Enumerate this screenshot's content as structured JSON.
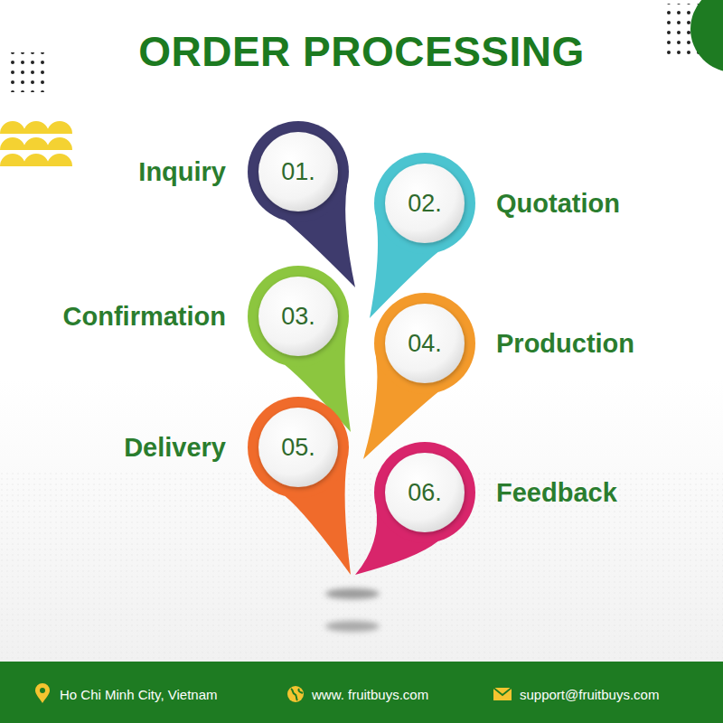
{
  "diagram": {
    "title": "ORDER PROCESSING",
    "nodes": [
      {
        "text": [
          "Inquiry",
          "01."
        ]
      },
      {
        "text": [
          "02.",
          "Quotation"
        ]
      },
      {
        "text": [
          "Confirmation",
          "03."
        ]
      },
      {
        "text": [
          "04.",
          "Production"
        ]
      },
      {
        "text": [
          "Delivery",
          "05."
        ]
      },
      {
        "text": [
          "06.",
          "Feedback"
        ]
      }
    ],
    "labels": [
      "Ho Chi Minh City, Vietnam",
      "www. fruitbuys.com",
      "support@fruitbuys.com"
    ]
  }
}
